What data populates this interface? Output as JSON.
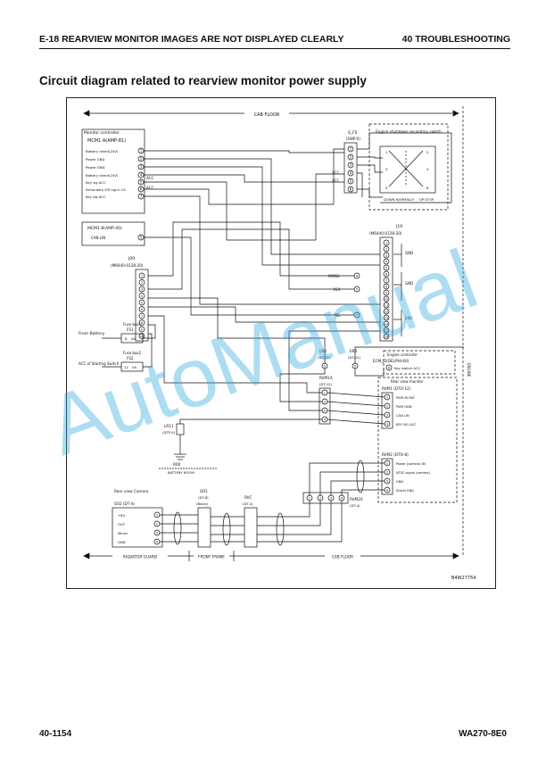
{
  "header": {
    "left": "E-18 REARVIEW MONITOR IMAGES ARE NOT DISPLAYED CLEARLY",
    "right": "40 TROUBLESHOOTING"
  },
  "title": "Circuit diagram related to rearview monitor power supply",
  "footer": {
    "left": "40-1154",
    "right": "WA270-8E0"
  },
  "watermark": "AutoManual",
  "diagram": {
    "cab_floor": "CAB FLOOR",
    "mcm1a": {
      "title": "Monitor controller",
      "name": "MCM1 A(AMP-81)",
      "pins": [
        "Battery direct(24V)",
        "Power GND",
        "Power GND",
        "Battery direct(24V)",
        "Key sig ACC",
        "Secondary E/S sig in 24",
        "Key sig ACC"
      ],
      "nums": [
        "1",
        "2",
        "3",
        "4",
        "5",
        "6",
        "7"
      ],
      "acc": "ACC"
    },
    "mcm1b": {
      "name": "MCM1 B(AMP-40)",
      "pin": "CAN LIN",
      "num": "5"
    },
    "sfs": {
      "name": "S_FS",
      "sub": "(SWP-6)",
      "nums": [
        "1",
        "2",
        "3",
        "4",
        "5",
        "6"
      ],
      "acc": "ACC"
    },
    "eswitch": {
      "title": "Engine shutdown secondary switch",
      "down": "DOWN NORMALLY",
      "up": "UP STOP",
      "contacts": [
        "1",
        "2",
        "3",
        "4",
        "5",
        "6"
      ]
    },
    "j19": {
      "name": "J19",
      "sub": "(M6440-0128-20)",
      "gnd1": "GND",
      "gnd2": "GND",
      "v24": "24V",
      "mon3": "MON3",
      "num_mon3": "4",
      "ig4": "IG4",
      "num_ig4": "5",
      "tel": "TEL",
      "num_tel": "7",
      "nums": [
        "1",
        "2",
        "3",
        "4",
        "5",
        "6",
        "7",
        "8",
        "9",
        "10",
        "11",
        "12",
        "13",
        "14",
        "15",
        "16"
      ]
    },
    "j09": {
      "name": "J09",
      "sub": "(M6440-0128-20)",
      "nums": [
        "1",
        "2",
        "3",
        "4",
        "5",
        "6",
        "7",
        "8",
        "9",
        "10"
      ]
    },
    "battery": {
      "label": "From Battery",
      "fuse": "Fuse box1",
      "fsname": "FS1",
      "fsnum": "6",
      "fsamp": "5A"
    },
    "acc_switch": {
      "label": "ACC of Starting Switch",
      "fuse": "Fuse box2",
      "fsname": "FS2",
      "fsnum": "12",
      "fsamp": "5A"
    },
    "ecm": {
      "title": "Engine controller",
      "name": "ECM_J2(DELPHI-60)",
      "pin": "Key switch ACC",
      "num": "6"
    },
    "lr3": {
      "name": "LR3",
      "sub": "(DT-12)",
      "num": "5"
    },
    "er4": {
      "name": "ER4",
      "sub": "(DT-12)",
      "num": "5"
    },
    "engine_side": "ENGINE",
    "rvm1a": {
      "name": "RVM1A",
      "sub": "(DT-12)",
      "nums": [
        "1",
        "2",
        "3",
        "4"
      ]
    },
    "rvm": {
      "title": "Rear view monitor",
      "name": "RVM1 (DTO-12)",
      "pins": [
        "PWR IN BAT",
        "PWR GND",
        "CAN LIN",
        "KEY SIG ACC"
      ],
      "nums": [
        "1",
        "2",
        "3",
        "4"
      ]
    },
    "rvm2": {
      "name": "RVM2 (DTO-8)",
      "pins": [
        "Power (camera) 8V",
        "NTSC signal (camera)",
        "GND",
        "Shield GND"
      ],
      "nums": [
        "1",
        "2",
        "3",
        "4"
      ]
    },
    "rvm2a": {
      "name": "RVM2A",
      "sub": "(DT-4)",
      "nums": [
        "1",
        "2",
        "3",
        "4"
      ]
    },
    "lr11": {
      "name": "LR11",
      "sub": "(DTP-4)"
    },
    "r00": {
      "name": "R00",
      "label": "BATTERY ROOM"
    },
    "camera": {
      "title": "Rear view Camera",
      "name": "G02 (DT-4)",
      "pins": [
        "+8V",
        "OUT",
        "Mirror",
        "GND"
      ],
      "nums": [
        "1",
        "2",
        "3",
        "4"
      ]
    },
    "gr1": {
      "name": "GR1",
      "sub": "(DT-8)",
      "color": "(Black)"
    },
    "rvc": {
      "name": "RVC",
      "sub": "(DT-4)"
    },
    "zones": {
      "radiator": "RADIATOR GUARD",
      "front": "FRONT FRAME",
      "cab": "CAB FLOOR"
    },
    "figure_id": "B4W27754"
  }
}
